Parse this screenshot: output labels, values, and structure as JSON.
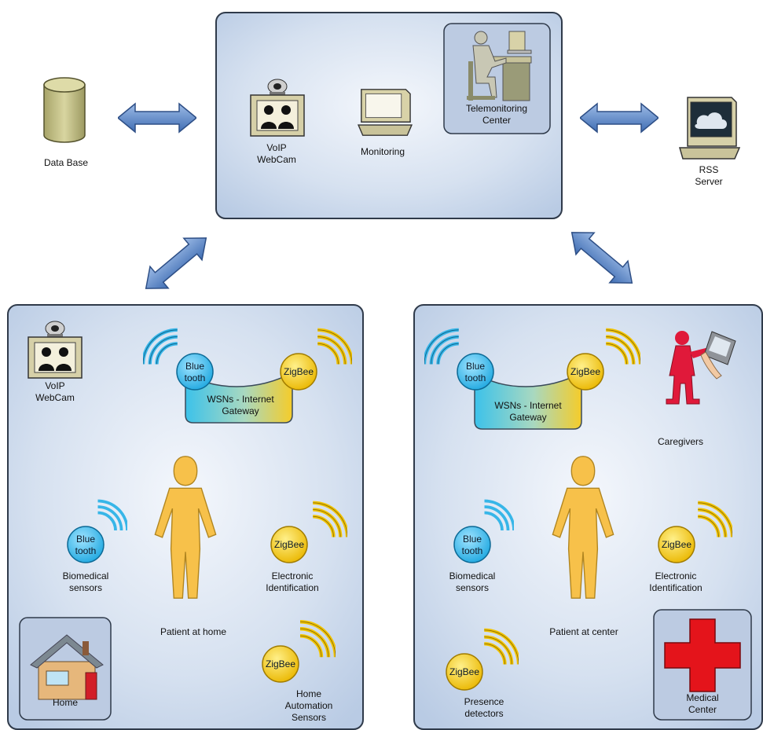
{
  "central": {
    "voip_line1": "VoIP",
    "voip_line2": "WebCam",
    "monitoring": "Monitoring",
    "telemonitoring_line1": "Telemonitoring",
    "telemonitoring_line2": "Center"
  },
  "database": {
    "label": "Data Base"
  },
  "rss": {
    "line1": "RSS",
    "line2": "Server"
  },
  "home": {
    "voip_line1": "VoIP",
    "voip_line2": "WebCam",
    "gateway_blue_line1": "Blue",
    "gateway_blue_line2": "tooth",
    "gateway_zigbee": "ZigBee",
    "gateway_line1": "WSNs - Internet",
    "gateway_line2": "Gateway",
    "bio_blue_line1": "Blue",
    "bio_blue_line2": "tooth",
    "bio_line1": "Biomedical",
    "bio_line2": "sensors",
    "eid_zigbee": "ZigBee",
    "eid_line1": "Electronic",
    "eid_line2": "Identification",
    "patient": "Patient at home",
    "home_label": "Home",
    "auto_zigbee": "ZigBee",
    "auto_line1": "Home",
    "auto_line2": "Automation",
    "auto_line3": "Sensors"
  },
  "center": {
    "gateway_blue_line1": "Blue",
    "gateway_blue_line2": "tooth",
    "gateway_zigbee": "ZigBee",
    "gateway_line1": "WSNs - Internet",
    "gateway_line2": "Gateway",
    "caregivers": "Caregivers",
    "bio_blue_line1": "Blue",
    "bio_blue_line2": "tooth",
    "bio_line1": "Biomedical",
    "bio_line2": "sensors",
    "eid_zigbee": "ZigBee",
    "eid_line1": "Electronic",
    "eid_line2": "Identification",
    "patient": "Patient at center",
    "presence_zigbee": "ZigBee",
    "presence_line1": "Presence",
    "presence_line2": "detectors",
    "medical_line1": "Medical",
    "medical_line2": "Center"
  },
  "colors": {
    "panel_fill": "#c8d6ea",
    "panel_stroke": "#2f3a4a",
    "bluetooth": "#37b6e8",
    "zigbee": "#f2c400",
    "figure": "#f7c14a",
    "arrow": "#5b86c6",
    "caregiver": "#e0193a",
    "cross": "#e4141b"
  },
  "icons": [
    "database-icon",
    "webcam-icon",
    "monitor-icon",
    "operator-icon",
    "rss-server-icon",
    "house-icon",
    "medical-cross-icon",
    "person-icon",
    "caregiver-icon",
    "bidirectional-arrow-icon"
  ]
}
